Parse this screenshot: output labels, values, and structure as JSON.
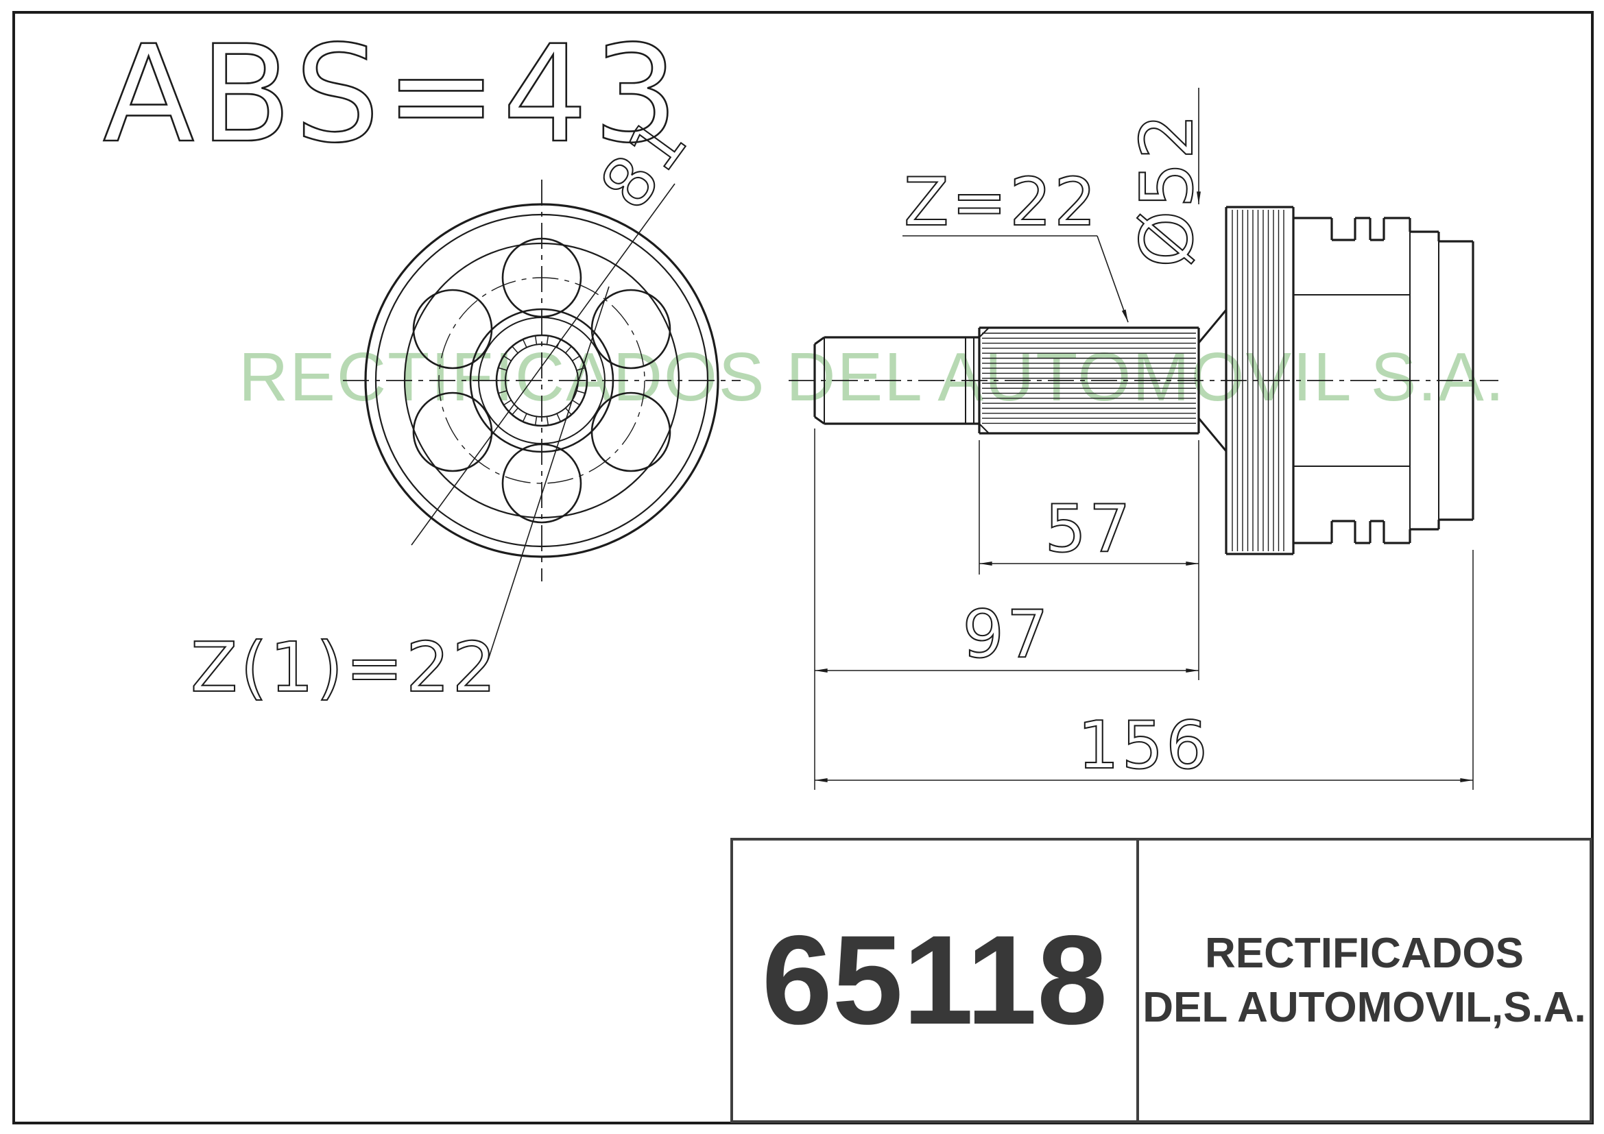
{
  "labels": {
    "abs": "ABS=43",
    "z_shaft": "Z=22",
    "z_inner": "Z(1)=22",
    "diameter": "Ø52",
    "dim_diagonal": "81",
    "dim_spline_len": "57",
    "dim_shaft_len": "97",
    "dim_total_len": "156"
  },
  "watermark": {
    "text": "RECTIFICADOS DEL AUTOMOVIL S.A.",
    "color": "#b7d9b3"
  },
  "title_block": {
    "part_number": "65118",
    "company_line1": "RECTIFICADOS",
    "company_line2": "DEL AUTOMOVIL,S.A."
  },
  "colors": {
    "line": "#1c1c1c",
    "text": "#383838",
    "watermark": "#b7d9b3"
  }
}
